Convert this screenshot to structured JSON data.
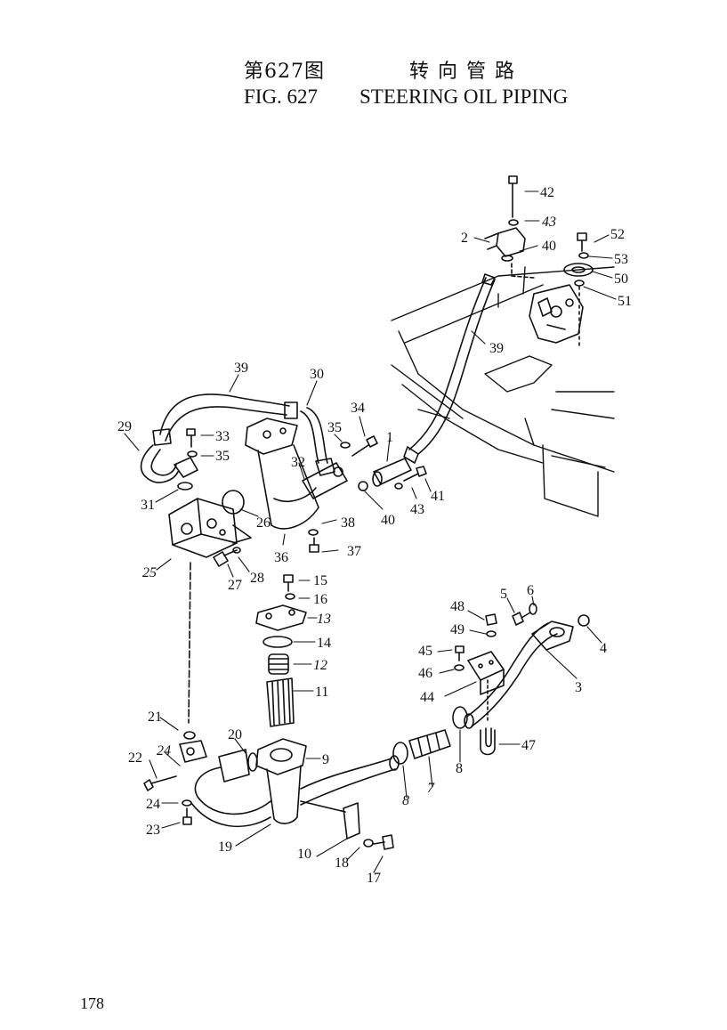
{
  "header": {
    "figure_cn": "第627图",
    "title_cn": "转向管路",
    "figure_en": "FIG. 627",
    "title_en": "STEERING OIL PIPING"
  },
  "page_number": "178",
  "callouts": [
    "1",
    "2",
    "3",
    "4",
    "5",
    "6",
    "7",
    "8",
    "8",
    "9",
    "10",
    "11",
    "12",
    "13",
    "14",
    "15",
    "16",
    "17",
    "18",
    "19",
    "20",
    "21",
    "22",
    "23",
    "24",
    "24",
    "25",
    "26",
    "27",
    "28",
    "29",
    "30",
    "31",
    "32",
    "33",
    "34",
    "35",
    "35",
    "36",
    "37",
    "38",
    "39",
    "39",
    "40",
    "40",
    "41",
    "42",
    "43",
    "43",
    "44",
    "45",
    "46",
    "47",
    "48",
    "49",
    "50",
    "51",
    "52",
    "53"
  ],
  "colors": {
    "ink": "#111111",
    "paper": "#ffffff"
  }
}
